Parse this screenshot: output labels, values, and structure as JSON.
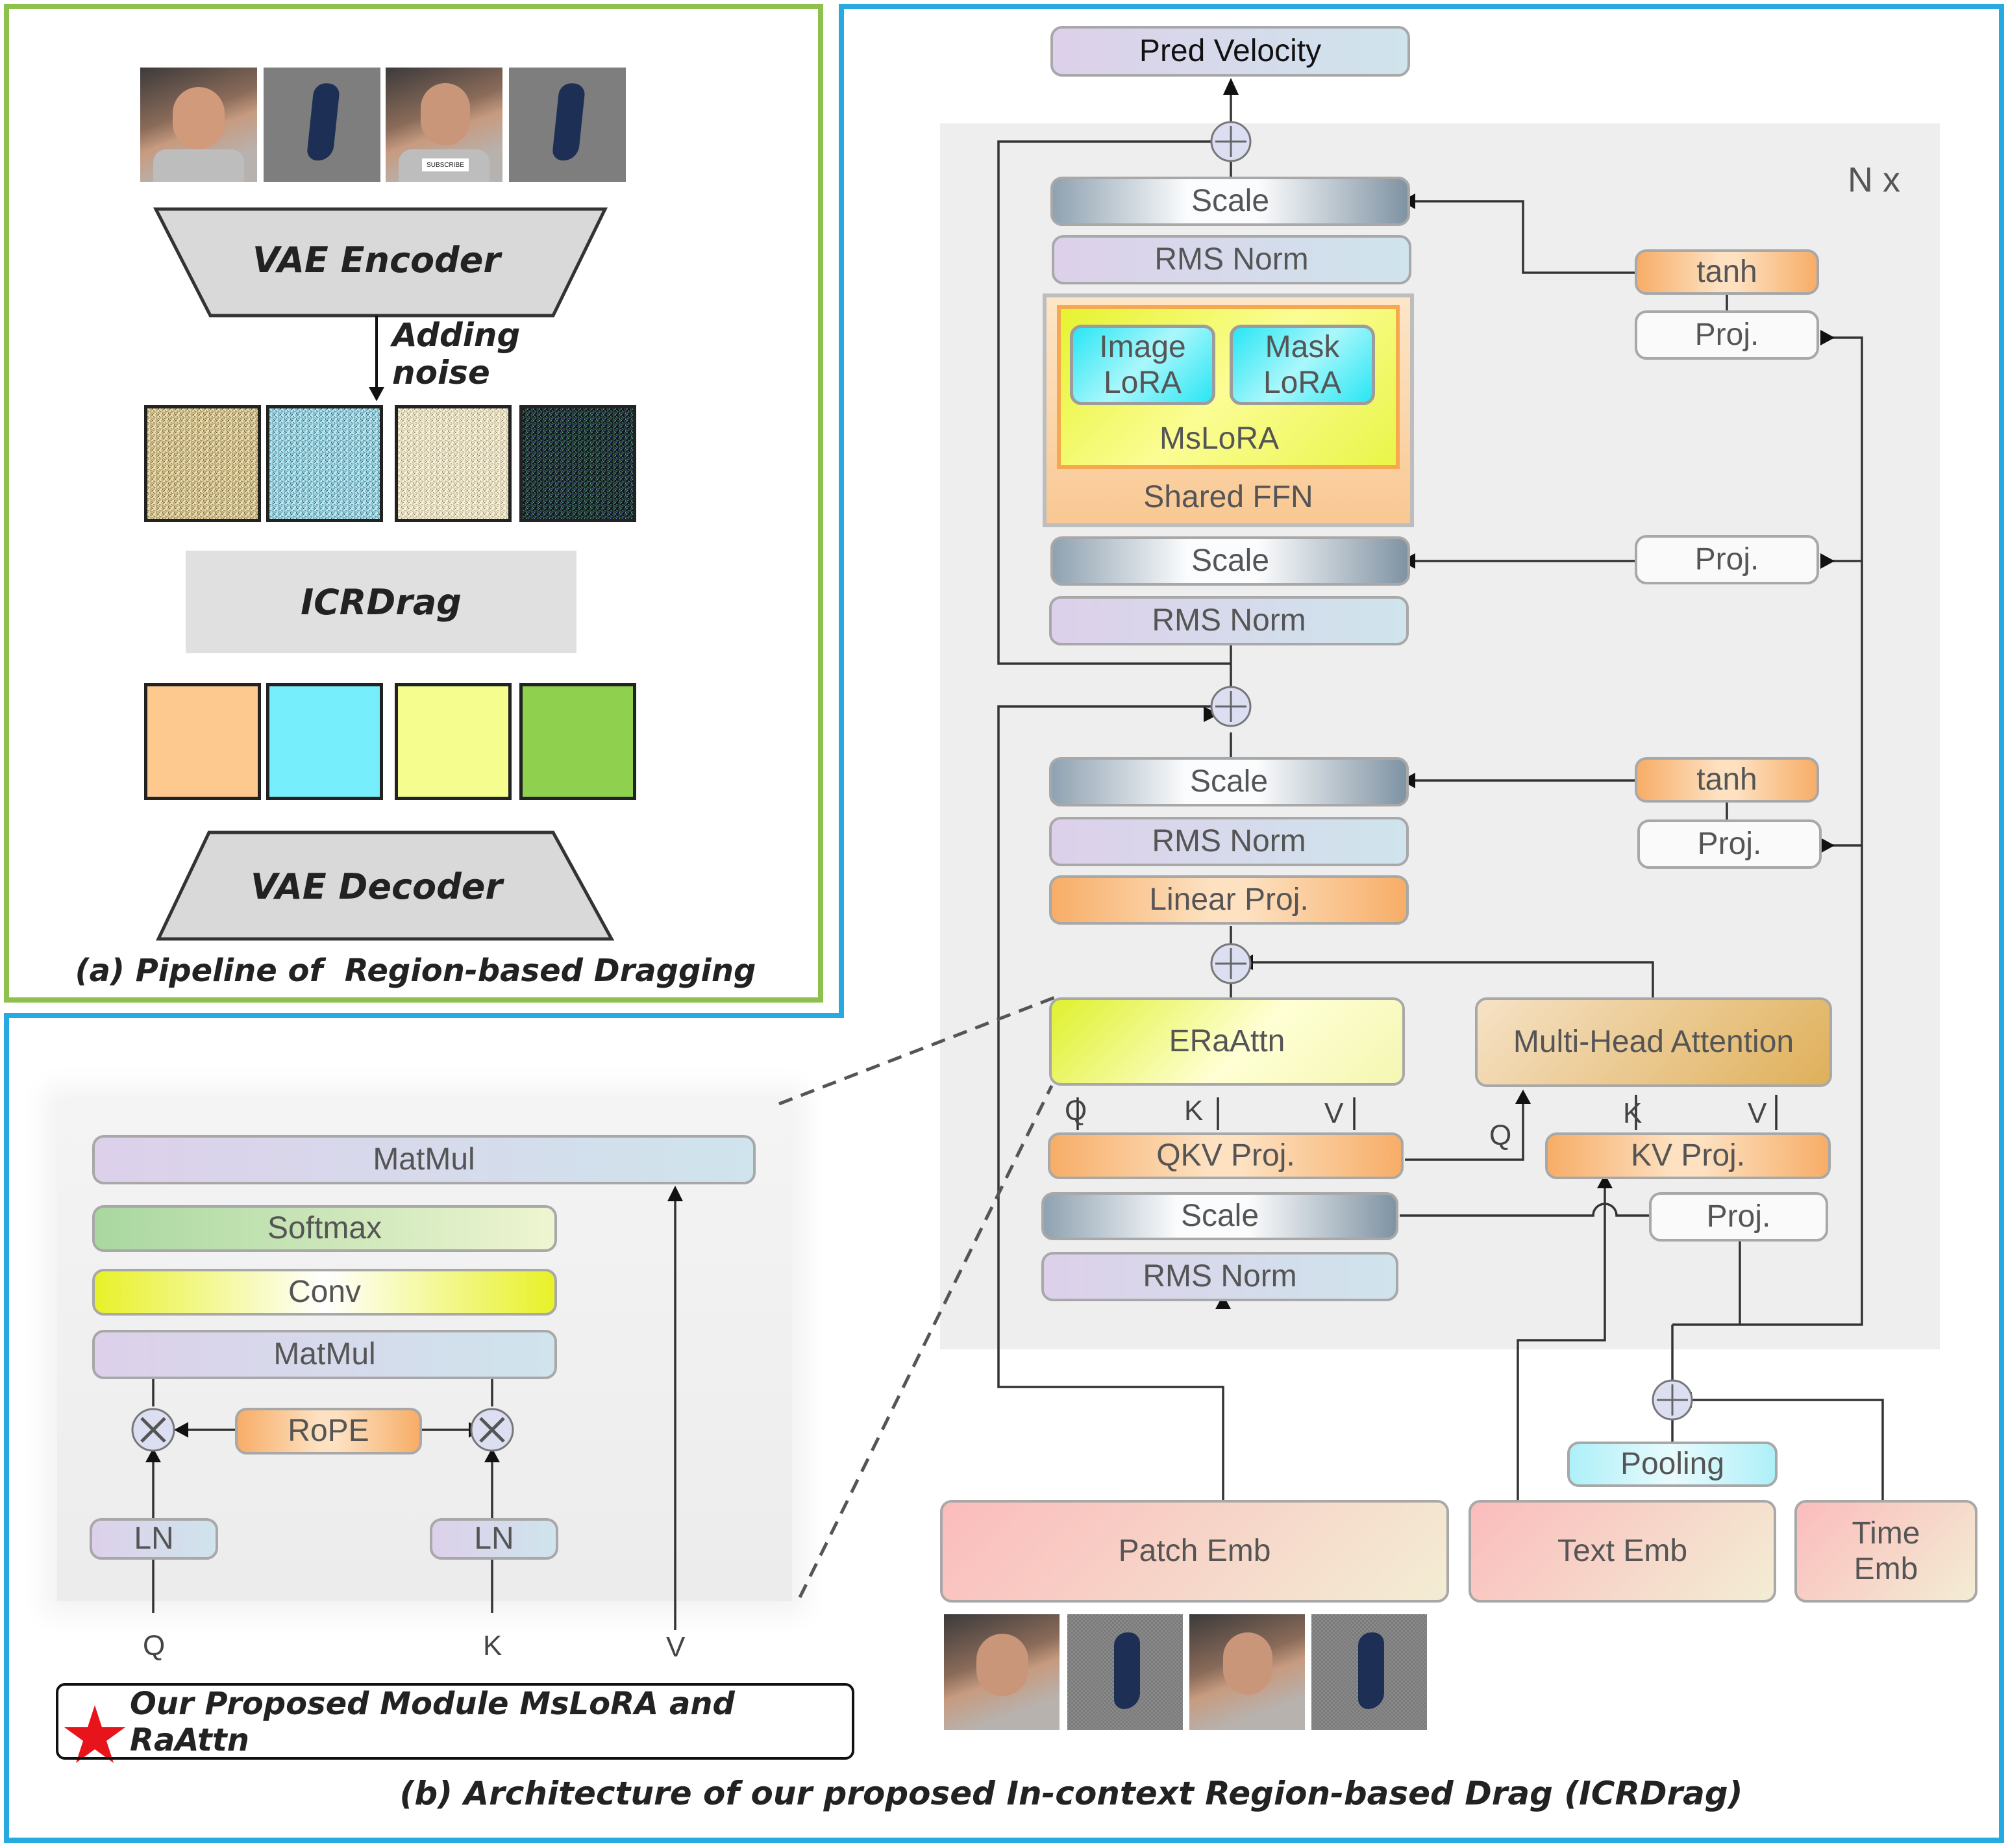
{
  "panel_a": {
    "caption": "(a) Pipeline of  Region-based Dragging",
    "vae_encoder": "VAE Encoder",
    "adding_noise": "Adding noise",
    "icrdrag": "ICRDrag",
    "vae_decoder": "VAE Decoder",
    "subscribe_tag": "SUBSCRIBE",
    "latent_colors": [
      "#fdc98f",
      "#77eefc",
      "#f4fd8d",
      "#8fd14f"
    ]
  },
  "panel_b": {
    "caption": "(b) Architecture of our proposed In-context Region-based Drag (ICRDrag)",
    "pred_velocity": "Pred Velocity",
    "n_x": "N x",
    "scale": "Scale",
    "rms_norm": "RMS Norm",
    "tanh": "tanh",
    "proj": "Proj.",
    "image_lora": "Image LoRA",
    "mask_lora": "Mask LoRA",
    "mslora": "MsLoRA",
    "shared_ffn": "Shared FFN",
    "linear_proj": "Linear Proj.",
    "eraattn": "ERaAttn",
    "multi_head_attention": "Multi-Head Attention",
    "qkv_proj": "QKV Proj.",
    "kv_proj": "KV Proj.",
    "q": "Q",
    "k": "K",
    "v": "V",
    "pooling": "Pooling",
    "patch_emb": "Patch Emb",
    "text_emb": "Text Emb",
    "time_emb": "Time Emb"
  },
  "zoom": {
    "matmul": "MatMul",
    "softmax": "Softmax",
    "conv": "Conv",
    "rope": "RoPE",
    "ln": "LN",
    "q": "Q",
    "k": "K",
    "v": "V"
  },
  "legend": {
    "text": "Our Proposed Module MsLoRA and RaAttn"
  },
  "colors": {
    "panel_a_border": "#8dc14b",
    "panel_b_border": "#27a9e1",
    "star": "#e8141b"
  }
}
